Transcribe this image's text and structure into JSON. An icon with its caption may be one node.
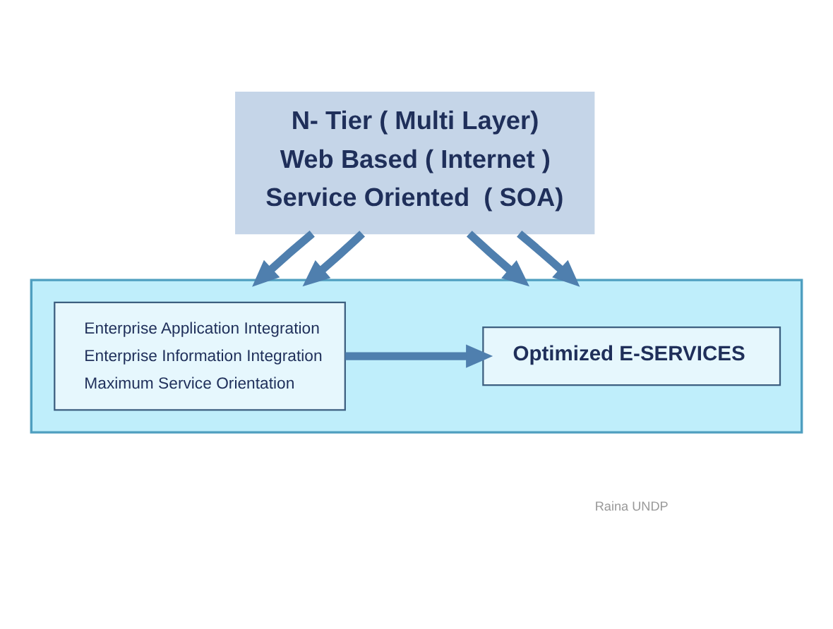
{
  "diagram": {
    "nodes": [
      {
        "text": [
          "N- Tier ( Multi Layer)",
          "Web Based ( Internet )",
          "Service Oriented  ( SOA)"
        ]
      },
      {
        "text": [],
        "shape": "box"
      },
      {
        "text": [
          "Enterprise Application Integration",
          "Enterprise Information Integration",
          "Maximum Service Orientation"
        ],
        "in": 1
      },
      {
        "text": [
          "Optimized E-SERVICES"
        ],
        "in": 1
      }
    ],
    "edges": [
      {
        "from": 0,
        "to": 1,
        "arrow": "to"
      },
      {
        "from": 0,
        "to": 1,
        "arrow": "to"
      },
      {
        "from": 0,
        "to": 1,
        "arrow": "to"
      },
      {
        "from": 0,
        "to": 1,
        "arrow": "to"
      },
      {
        "from": 2,
        "to": 3,
        "arrow": "to"
      }
    ],
    "labels": [
      "Raina UNDP"
    ]
  }
}
